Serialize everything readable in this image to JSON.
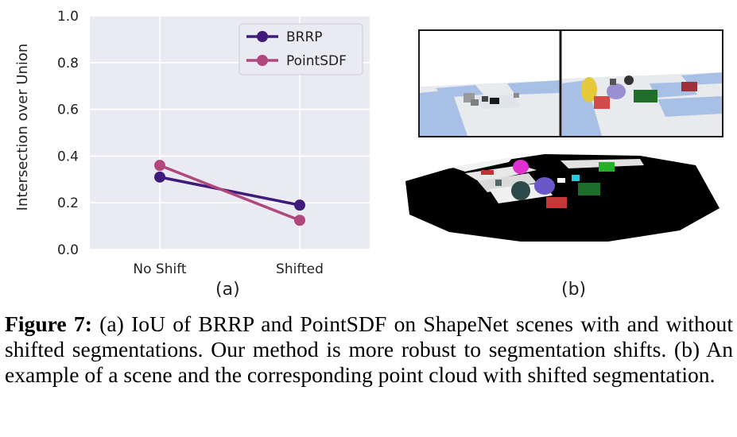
{
  "chart_data": {
    "type": "line",
    "categories": [
      "No Shift",
      "Shifted"
    ],
    "series": [
      {
        "name": "BRRP",
        "values": [
          0.31,
          0.19
        ],
        "color": "#3f1b7a"
      },
      {
        "name": "PointSDF",
        "values": [
          0.36,
          0.125
        ],
        "color": "#b0487e"
      }
    ],
    "title": "",
    "xlabel": "",
    "ylabel": "Intersection over Union",
    "ylim": [
      0,
      1.0
    ],
    "yticks": [
      "0.0",
      "0.2",
      "0.4",
      "0.6",
      "0.8",
      "1.0"
    ],
    "grid": true,
    "legend_position": "top-right",
    "background": "#eaeaf2"
  },
  "panels": {
    "a_label": "(a)",
    "b_label": "(b)"
  },
  "caption": {
    "figure_label": "Figure 7:",
    "text": " (a) IoU of BRRP and PointSDF on ShapeNet scenes with and without shifted segmentations. Our method is more robust to segmentation shifts. (b) An example of a scene and the corresponding point cloud with shifted segmentation."
  }
}
